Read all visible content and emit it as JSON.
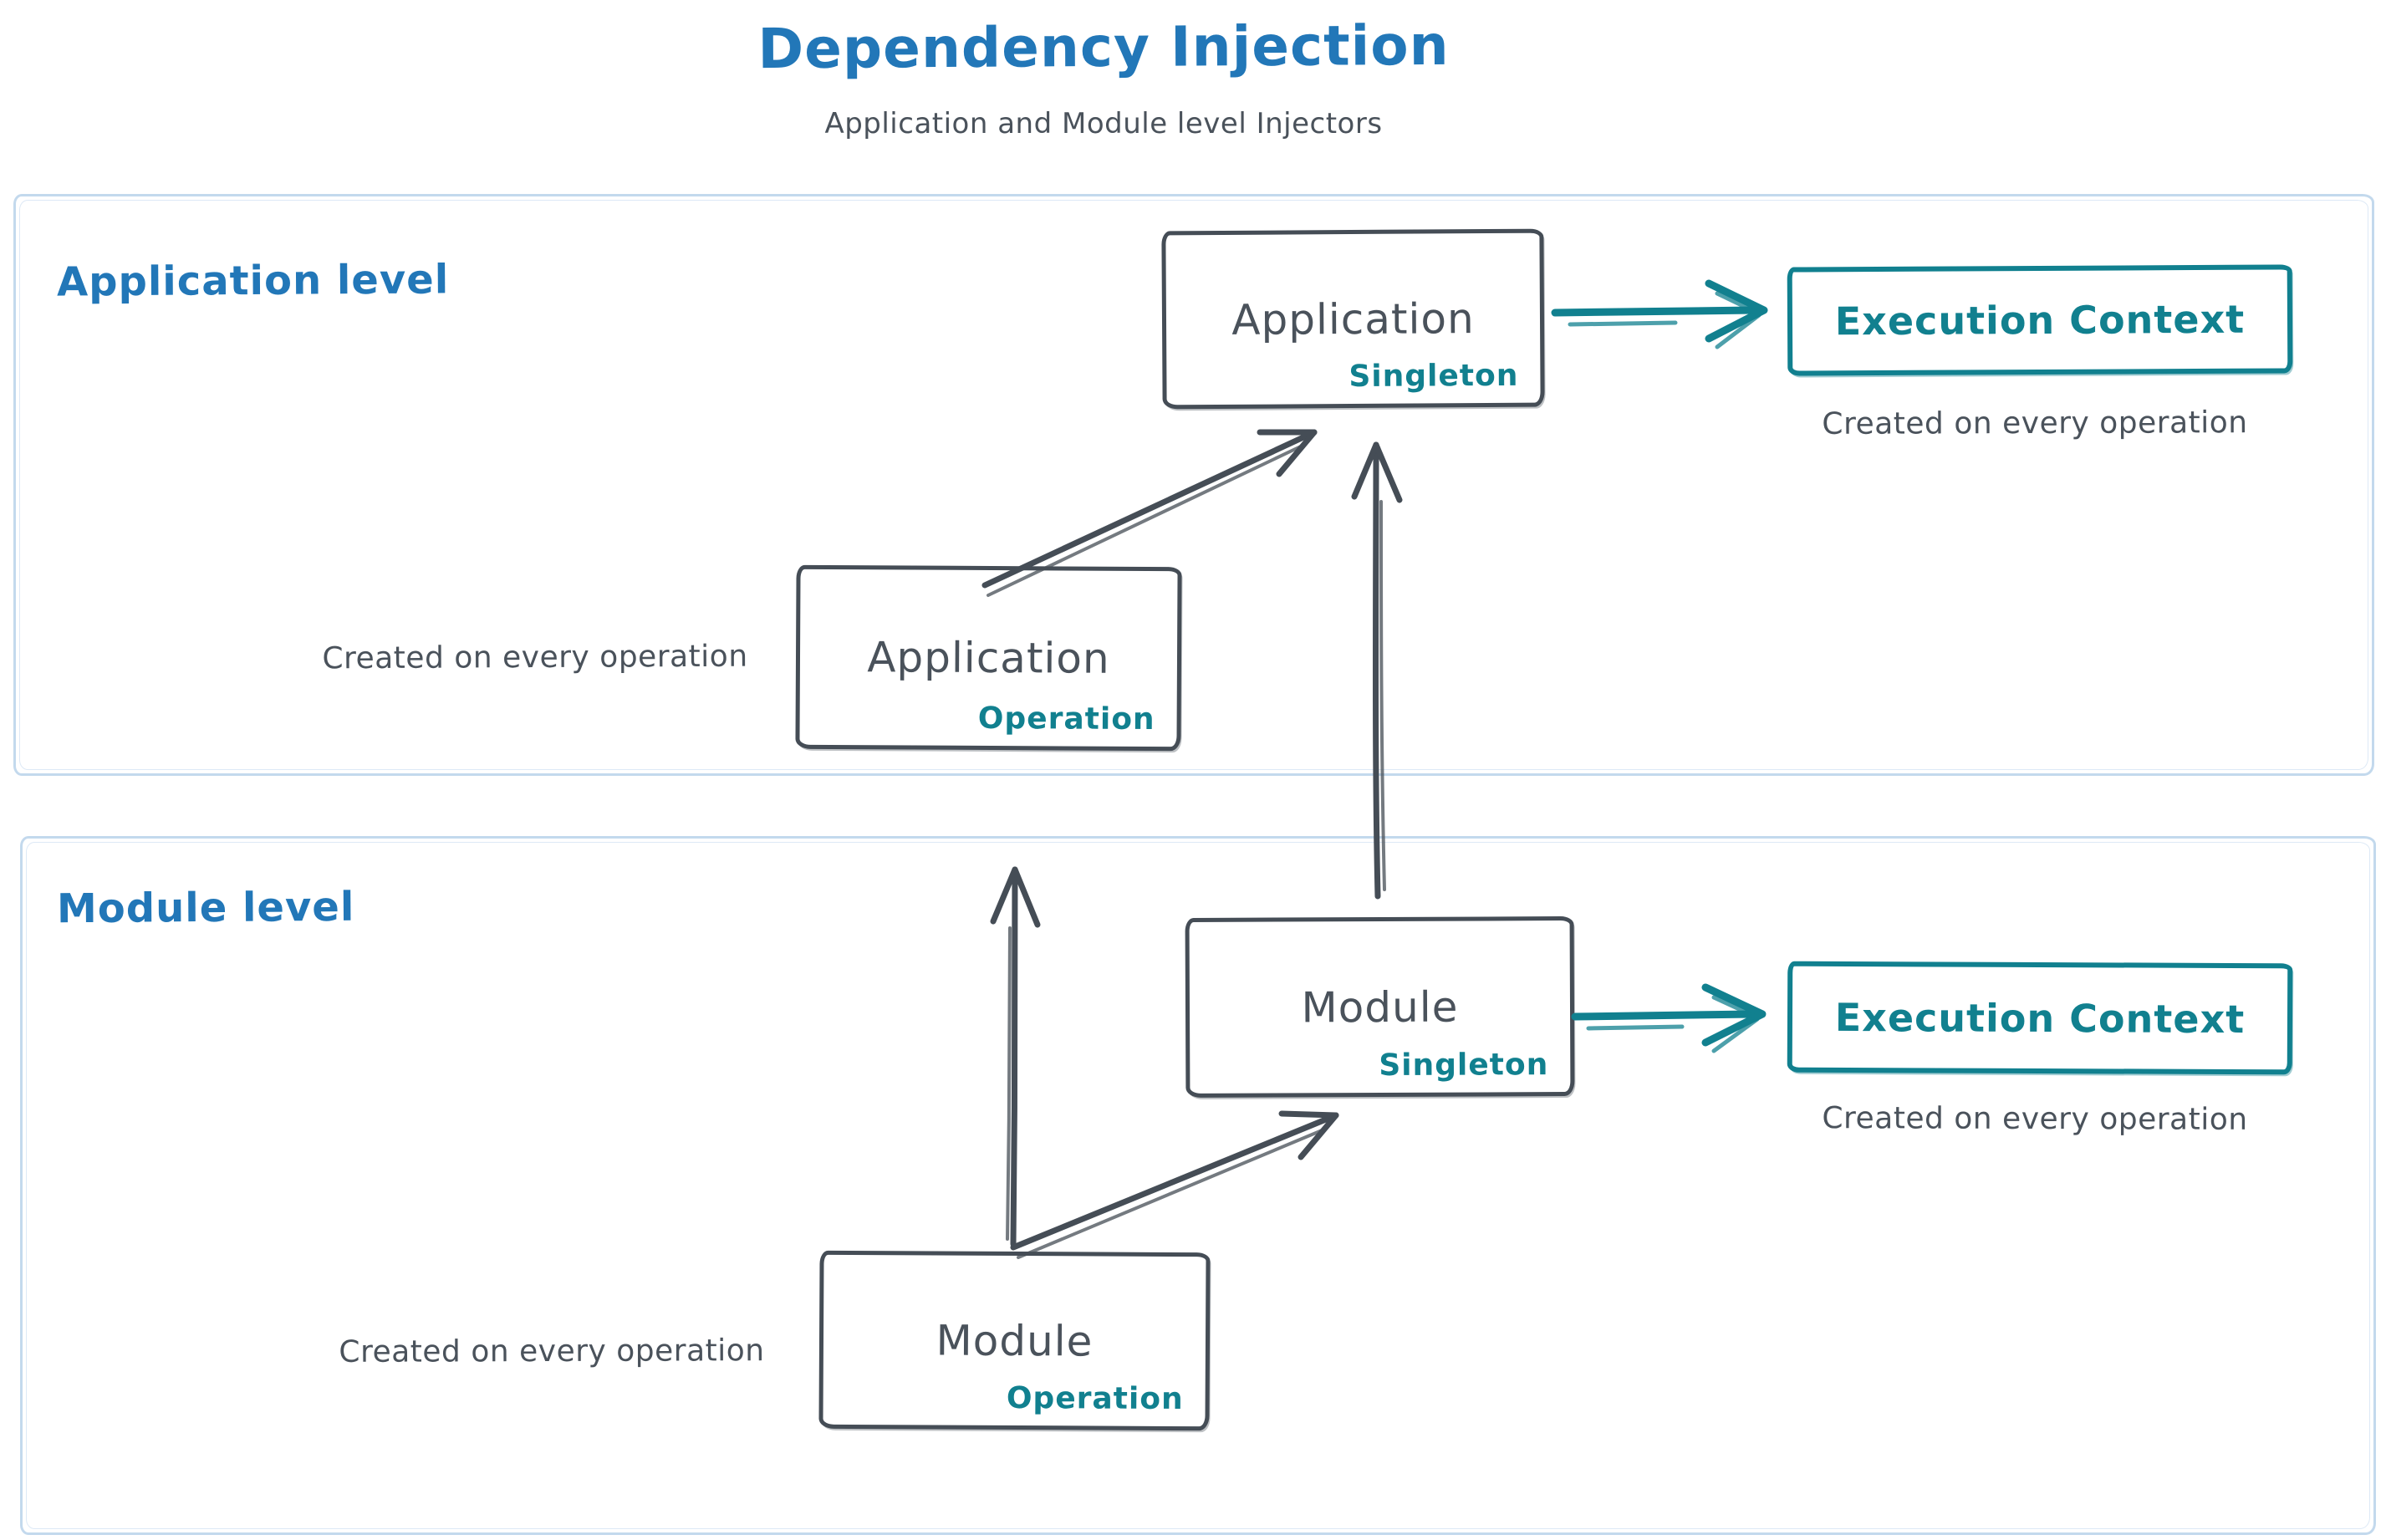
{
  "title": "Dependency Injection",
  "subtitle": "Application and Module level Injectors",
  "colors": {
    "heading_blue": "#2277b8",
    "teal": "#11808f",
    "ink": "#454d56",
    "container_border": "#c3d9ed",
    "background": "#ffffff"
  },
  "sections": {
    "application": {
      "label": "Application level"
    },
    "module": {
      "label": "Module level"
    }
  },
  "nodes": {
    "app_singleton": {
      "label": "Application",
      "sublabel": "Singleton"
    },
    "app_operation": {
      "label": "Application",
      "sublabel": "Operation"
    },
    "module_singleton": {
      "label": "Module",
      "sublabel": "Singleton"
    },
    "module_operation": {
      "label": "Module",
      "sublabel": "Operation"
    },
    "exec_context_app": {
      "label": "Execution Context"
    },
    "exec_context_module": {
      "label": "Execution Context"
    }
  },
  "captions": {
    "app_right": "Created on every operation",
    "app_left": "Created on every operation",
    "module_right": "Created on every operation",
    "module_left": "Created on every operation"
  },
  "edges": [
    {
      "from": "application-singleton",
      "to": "execution-context-application",
      "color": "teal"
    },
    {
      "from": "module-singleton",
      "to": "execution-context-module",
      "color": "teal"
    },
    {
      "from": "application-operation",
      "to": "application-singleton",
      "color": "ink"
    },
    {
      "from": "module-singleton",
      "to": "application-singleton",
      "color": "ink"
    },
    {
      "from": "module-operation",
      "to": "module-singleton",
      "color": "ink"
    },
    {
      "from": "module-operation",
      "to": "application-operation",
      "color": "ink"
    }
  ]
}
